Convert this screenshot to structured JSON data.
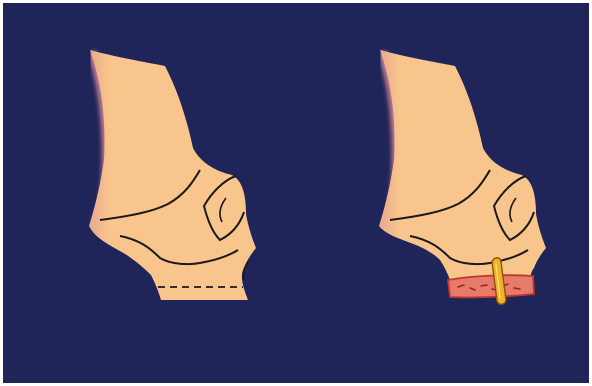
{
  "colors": {
    "frame": "#ffffff",
    "background": "#1f2558",
    "bone": "#f8c58c",
    "bone_outline": "#1a1a1a",
    "edge_glow": "#d89a8e",
    "graft": "#e87a6a",
    "graft_outline": "#c0392b",
    "fixation_band": "#f0b429",
    "fixation_outline": "#a05a00"
  },
  "panels": [
    {
      "id": "before",
      "osteotomy_line": "dashed",
      "graft": false
    },
    {
      "id": "after",
      "osteotomy_line": "none",
      "graft": true
    }
  ]
}
